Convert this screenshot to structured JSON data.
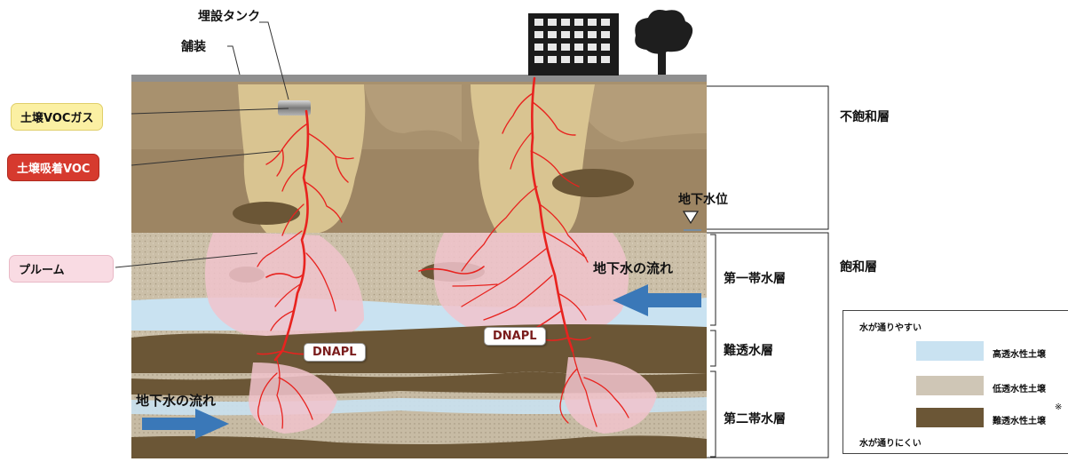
{
  "labels": {
    "buried_tank": "埋設タンク",
    "pavement": "舗装",
    "soil_voc_gas": "土壌VOCガス",
    "soil_adsorbed_voc": "土壌吸着VOC",
    "plume": "プルーム",
    "unsaturated_zone": "不飽和層",
    "groundwater_level": "地下水位",
    "saturated_zone": "飽和層",
    "groundwater_flow_right": "地下水の流れ",
    "groundwater_flow_left": "地下水の流れ",
    "dnapl_left": "DNAPL",
    "dnapl_right": "DNAPL",
    "first_aquifer": "第一帯水層",
    "aquitard": "難透水層",
    "second_aquifer": "第二帯水層"
  },
  "legend": {
    "top_note": "水が通りやすい",
    "bottom_note": "水が通りにくい",
    "items": [
      {
        "label": "高透水性土壌",
        "color": "#c9e2f1"
      },
      {
        "label": "低透水性土壌",
        "color": "#cfc6b6"
      },
      {
        "label": "難透水性土壌",
        "color": "#6b5636"
      }
    ],
    "asterisk": "※"
  },
  "colors": {
    "contamination": "#e8231f",
    "flow_arrow": "#3a78b8",
    "plume_pink": "#f1c3cc",
    "gas_zone": "#d9c491",
    "unsat_soil": "#a8916e",
    "aquitard": "#6b5636",
    "high_perm": "#c9e2f1",
    "low_perm": "#cfc6b6",
    "tag_gas_bg": "#fbf0a3",
    "tag_adsorbed_bg": "#d63a2e",
    "tag_plume_bg": "#f9dbe3"
  },
  "icons": [
    "building-icon",
    "tree-icon",
    "water-level-marker-icon",
    "updown-arrow-icon"
  ]
}
